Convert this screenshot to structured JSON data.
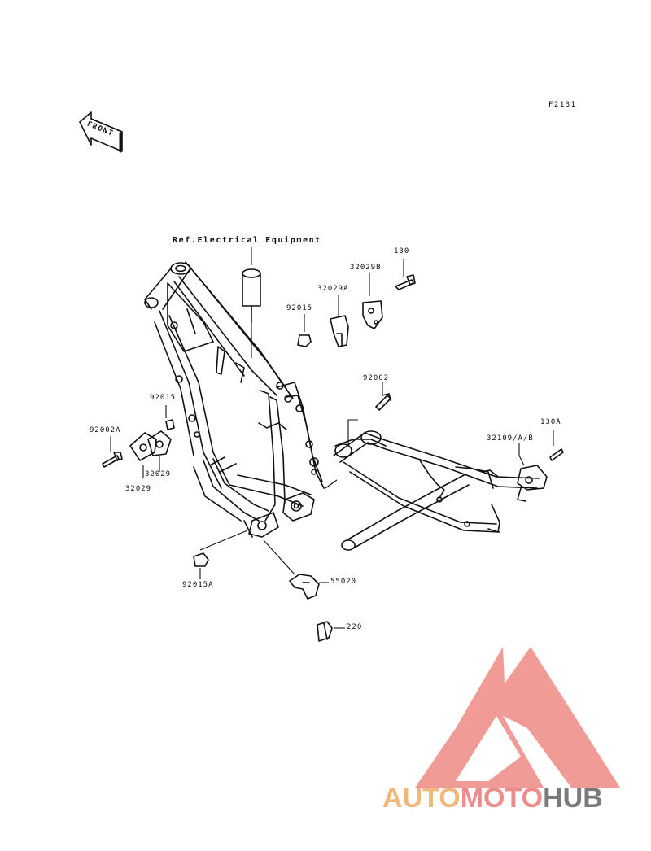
{
  "diagram": {
    "figure_code": "F2131",
    "front_marker": "FRONT",
    "reference_note": "Ref.Electrical Equipment",
    "callouts": [
      {
        "id": "c130",
        "text": "130"
      },
      {
        "id": "c32029B",
        "text": "32029B"
      },
      {
        "id": "c32029A",
        "text": "32029A"
      },
      {
        "id": "c92015",
        "text": "92015"
      },
      {
        "id": "c92002",
        "text": "92002"
      },
      {
        "id": "c92015b",
        "text": "92015"
      },
      {
        "id": "c92002A",
        "text": "92002A"
      },
      {
        "id": "c32029a",
        "text": "32029"
      },
      {
        "id": "c32029b",
        "text": "32029"
      },
      {
        "id": "c130A",
        "text": "130A"
      },
      {
        "id": "c32109",
        "text": "32109/A/B"
      },
      {
        "id": "c92015A",
        "text": "92015A"
      },
      {
        "id": "c55020",
        "text": "55020"
      },
      {
        "id": "c220",
        "text": "220"
      }
    ]
  },
  "watermark": {
    "part1": "AUTO",
    "part2": "MOTO",
    "part3": "HUB",
    "color_red": "#ef8a86",
    "color_orange": "#f2b77a",
    "color_gray": "#7a7a7a"
  }
}
